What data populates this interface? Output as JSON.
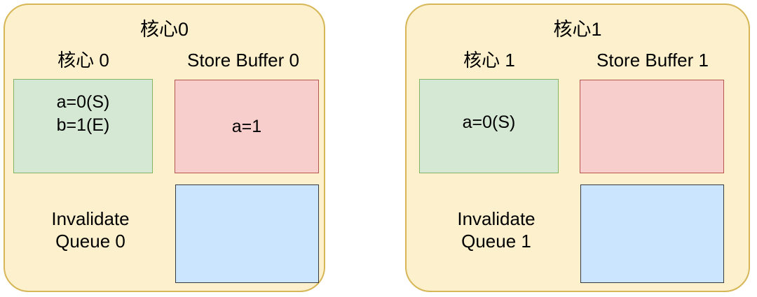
{
  "diagram": {
    "type": "mesi-store-buffer-invalidate-queue",
    "colors": {
      "card_fill": "#fdf0cd",
      "card_border": "#d6b656",
      "cache_fill": "#d5e8d4",
      "cache_border": "#82b366",
      "store_fill": "#f8cecc",
      "store_border": "#b85450",
      "queue_fill": "#cce5ff",
      "queue_border": "#36393d",
      "text": "#000000",
      "background": "#ffffff"
    },
    "cores": [
      {
        "title": "核心0",
        "cache": {
          "caption": "核心 0",
          "lines": [
            "a=0(S)",
            "b=1(E)"
          ]
        },
        "store_buffer": {
          "caption": "Store Buffer 0",
          "entries": [
            "a=1"
          ]
        },
        "invalidate_queue": {
          "caption": "Invalidate Queue 0",
          "caption_line_1": "Invalidate",
          "caption_line_2": "Queue 0",
          "entries": []
        }
      },
      {
        "title": "核心1",
        "cache": {
          "caption": "核心 1",
          "lines": [
            "a=0(S)"
          ]
        },
        "store_buffer": {
          "caption": "Store Buffer 1",
          "entries": []
        },
        "invalidate_queue": {
          "caption": "Invalidate Queue 1",
          "caption_line_1": "Invalidate",
          "caption_line_2": "Queue 1",
          "entries": []
        }
      }
    ]
  }
}
